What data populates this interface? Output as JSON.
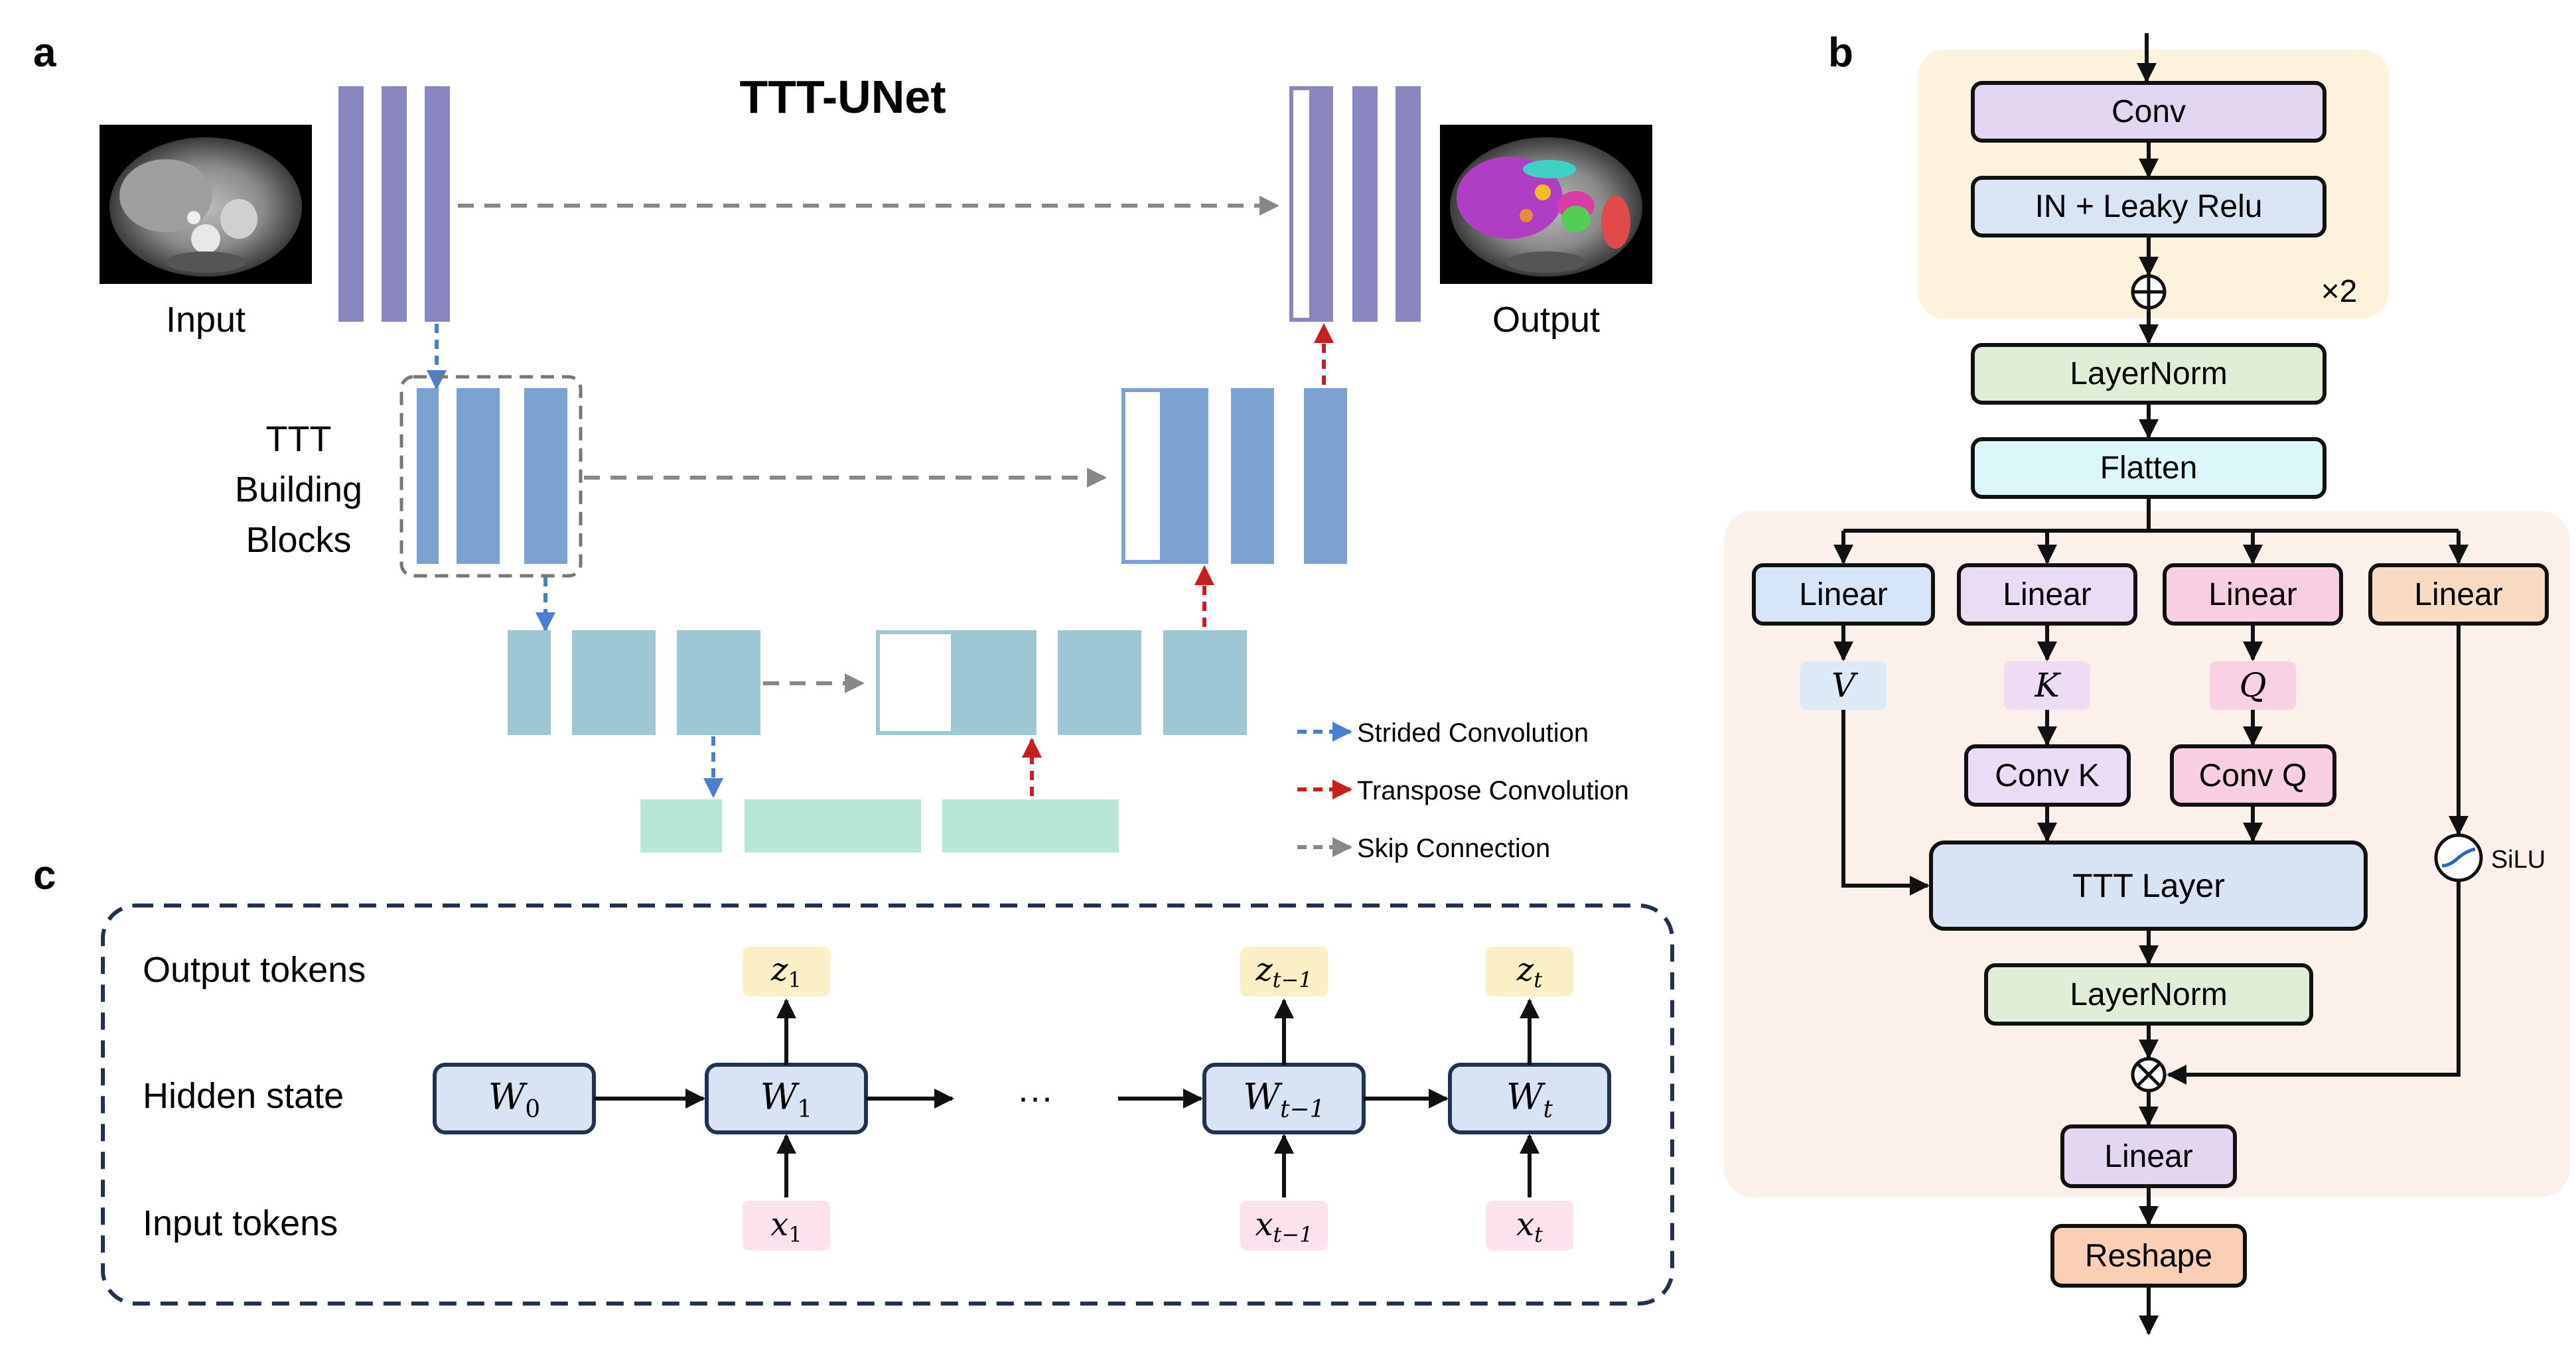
{
  "panel_a": {
    "label": "a",
    "title": "TTT-UNet",
    "input_label": "Input",
    "output_label": "Output",
    "block_label_line1": "TTT",
    "block_label_line2": "Building",
    "block_label_line3": "Blocks",
    "legend": {
      "strided": "Strided Convolution",
      "transpose": "Transpose Convolution",
      "skip": "Skip Connection"
    },
    "colors": {
      "level1": "#8a86c0",
      "level2": "#7ba2d0",
      "level3": "#9dc7d4",
      "level4": "#b8e6d6",
      "strided_arrow": "#4a7fd0",
      "transpose_arrow": "#c81e1e",
      "skip_arrow": "#888888"
    }
  },
  "panel_b": {
    "label": "b",
    "conv": "Conv",
    "in_relu": "IN + Leaky Relu",
    "repeat": "×2",
    "layernorm1": "LayerNorm",
    "flatten": "Flatten",
    "linear_v": "Linear",
    "linear_k": "Linear",
    "linear_q": "Linear",
    "linear_g": "Linear",
    "v": "V",
    "k": "K",
    "q": "Q",
    "conv_k": "Conv K",
    "conv_q": "Conv Q",
    "silu": "SiLU",
    "ttt_layer": "TTT Layer",
    "layernorm2": "LayerNorm",
    "linear_out": "Linear",
    "reshape": "Reshape"
  },
  "panel_c": {
    "label": "c",
    "output_tokens": "Output tokens",
    "hidden_state": "Hidden state",
    "input_tokens": "Input tokens",
    "dots": "···",
    "w0": {
      "base": "W",
      "sub": "0"
    },
    "w1": {
      "base": "W",
      "sub": "1"
    },
    "wt1": {
      "base": "W",
      "sub": "t−1"
    },
    "wt": {
      "base": "W",
      "sub": "t"
    },
    "z1": {
      "base": "z",
      "sub": "1"
    },
    "zt1": {
      "base": "z",
      "sub": "t−1"
    },
    "zt": {
      "base": "z",
      "sub": "t"
    },
    "x1": {
      "base": "x",
      "sub": "1"
    },
    "xt1": {
      "base": "x",
      "sub": "t−1"
    },
    "xt": {
      "base": "x",
      "sub": "t"
    }
  }
}
